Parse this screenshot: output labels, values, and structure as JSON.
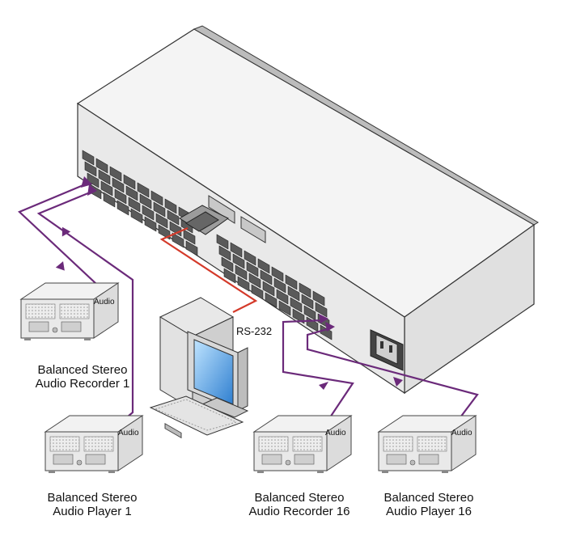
{
  "devices": {
    "recorder_1": {
      "line1": "Balanced Stereo",
      "line2": "Audio Recorder 1",
      "port": "Audio"
    },
    "player_1": {
      "line1": "Balanced Stereo",
      "line2": "Audio Player 1",
      "port": "Audio"
    },
    "recorder_16": {
      "line1": "Balanced Stereo",
      "line2": "Audio Recorder 16",
      "port": "Audio"
    },
    "player_16": {
      "line1": "Balanced Stereo",
      "line2": "Audio Player 16",
      "port": "Audio"
    }
  },
  "pc": {
    "port": "RS-232"
  },
  "colors": {
    "audio_cable": "#6b2a7a",
    "rs232_cable": "#d43a2a",
    "chassis": "#e6e6e6",
    "outline": "#333333"
  }
}
